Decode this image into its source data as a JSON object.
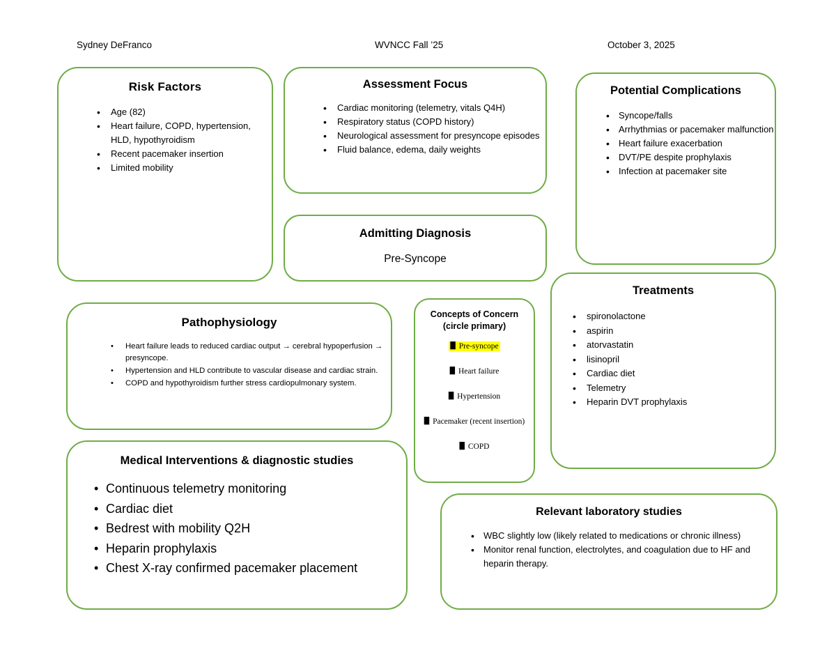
{
  "theme": {
    "border_green": "#6FAC46",
    "highlight_yellow": "#FFFF00"
  },
  "header": {
    "author": "Sydney DeFranco",
    "course": "WVNCC Fall ’25",
    "date": "October 3, 2025"
  },
  "boxes": {
    "risk_factors": {
      "title": "Risk Factors",
      "items": [
        "Age (82)",
        "Heart failure, COPD, hypertension, HLD, hypothyroidism",
        "Recent pacemaker insertion",
        "Limited mobility"
      ]
    },
    "assessment_focus": {
      "title": "Assessment Focus",
      "items": [
        "Cardiac monitoring (telemetry, vitals Q4H)",
        "Respiratory status (COPD history)",
        "Neurological assessment for presyncope episodes",
        "Fluid balance, edema, daily weights"
      ]
    },
    "potential_complications": {
      "title": "Potential Complications",
      "items": [
        "Syncope/falls",
        "Arrhythmias or pacemaker malfunction",
        "Heart failure exacerbation",
        "DVT/PE despite prophylaxis",
        "Infection at pacemaker site"
      ]
    },
    "admitting_diagnosis": {
      "title": "Admitting Diagnosis",
      "value": "Pre-Syncope"
    },
    "pathophysiology": {
      "title": "Pathophysiology",
      "items": [
        "Heart failure leads to reduced cardiac output → cerebral hypoperfusion → presyncope.",
        "Hypertension and HLD contribute to vascular disease and cardiac strain.",
        "COPD and hypothyroidism further stress cardiopulmonary system."
      ]
    },
    "concepts_of_concern": {
      "title_line1": "Concepts of Concern",
      "title_line2": "(circle primary)",
      "checkbox_glyph": "█",
      "items": [
        {
          "label": "Pre-syncope",
          "highlighted": true
        },
        {
          "label": "Heart failure",
          "highlighted": false
        },
        {
          "label": "Hypertension",
          "highlighted": false
        },
        {
          "label": "Pacemaker (recent insertion)",
          "highlighted": false
        },
        {
          "label": "COPD",
          "highlighted": false
        }
      ]
    },
    "treatments": {
      "title": "Treatments",
      "items": [
        "spironolactone",
        "aspirin",
        "atorvastatin",
        "lisinopril",
        "Cardiac diet",
        "Telemetry",
        "Heparin DVT prophylaxis"
      ]
    },
    "medical_interventions": {
      "title": "Medical Interventions & diagnostic studies",
      "items": [
        "Continuous telemetry monitoring",
        "Cardiac diet",
        "Bedrest with mobility Q2H",
        "Heparin prophylaxis",
        "Chest X-ray confirmed pacemaker placement"
      ]
    },
    "relevant_laboratory_studies": {
      "title": "Relevant laboratory studies",
      "items": [
        "WBC slightly low (likely related to medications or chronic illness)",
        "Monitor renal function, electrolytes, and coagulation due to HF and heparin therapy."
      ]
    }
  },
  "bullet_glyph": "•"
}
